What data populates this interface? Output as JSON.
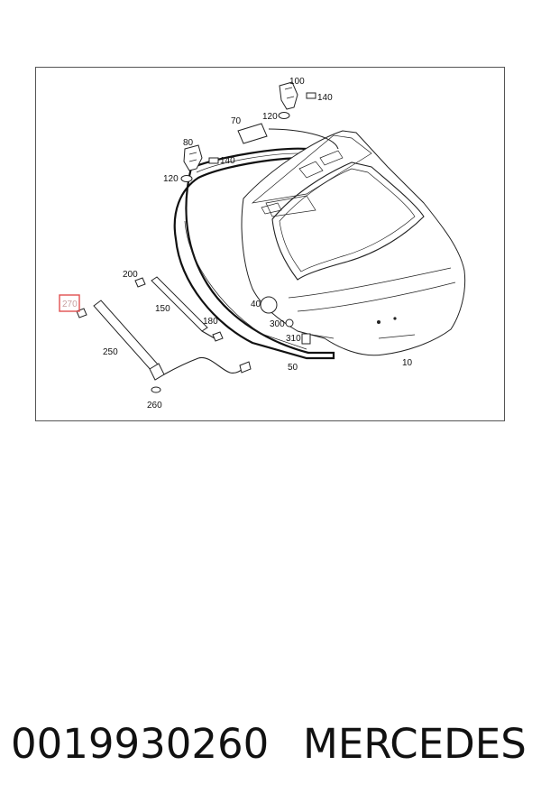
{
  "caption": {
    "part_number": "0019930260",
    "brand": "MERCEDES"
  },
  "callouts": {
    "c10": "10",
    "c40": "40",
    "c50": "50",
    "c70": "70",
    "c80": "80",
    "c100": "100",
    "c120a": "120",
    "c120b": "120",
    "c140a": "140",
    "c140b": "140",
    "c150": "150",
    "c180": "180",
    "c200": "200",
    "c250": "250",
    "c260": "260",
    "c270": "270",
    "c300": "300",
    "c310": "310"
  },
  "highlight": {
    "callout": "270",
    "color": "#e05050"
  }
}
